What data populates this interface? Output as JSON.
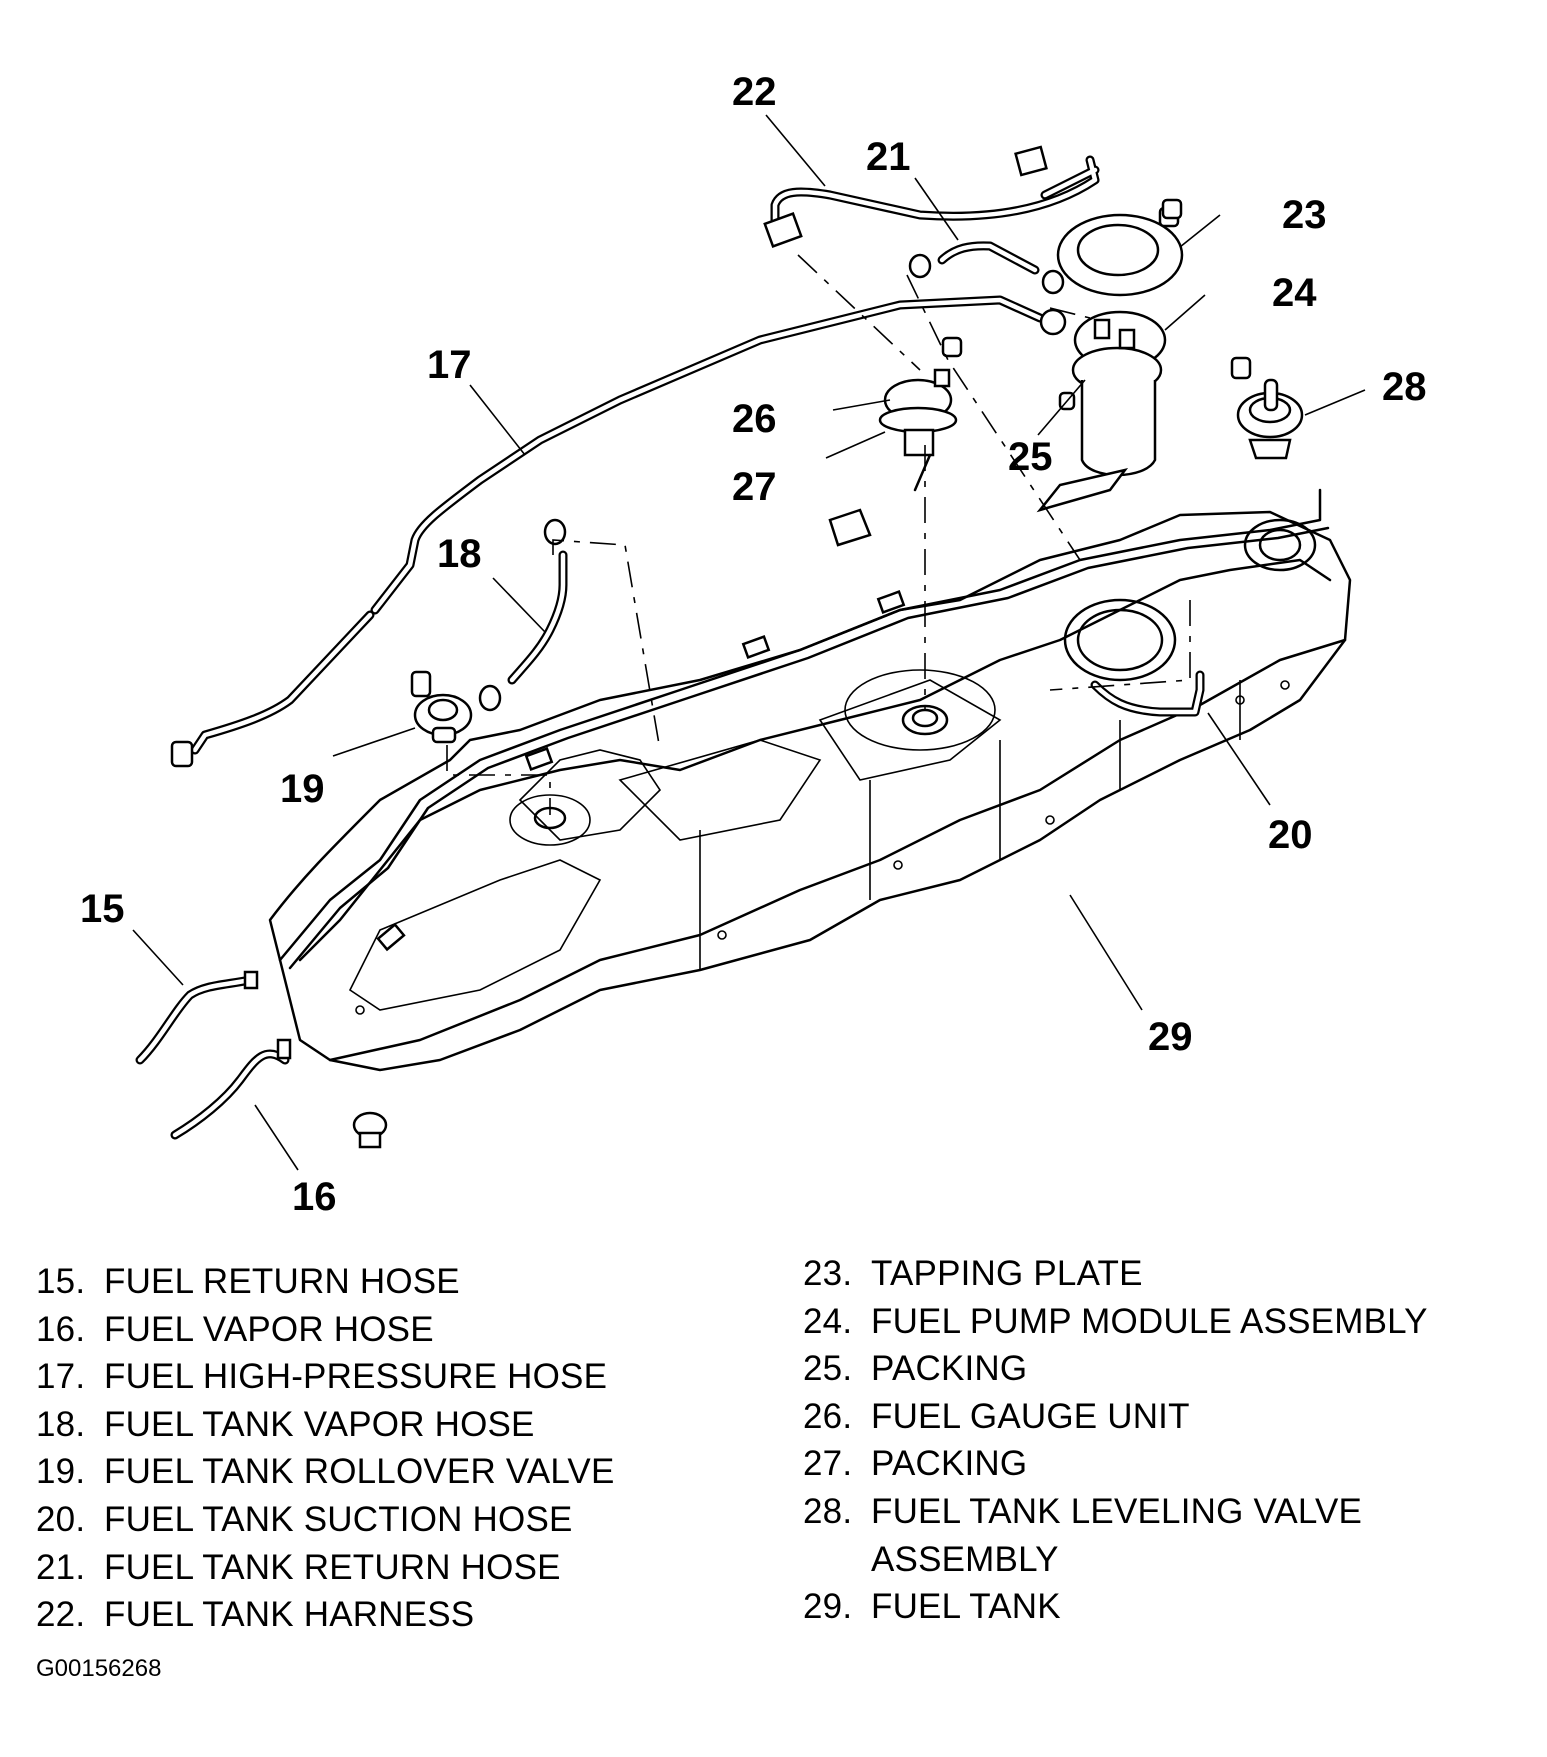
{
  "diagram": {
    "title": "Fuel tank components exploded view",
    "callouts": [
      "15",
      "16",
      "17",
      "18",
      "19",
      "20",
      "21",
      "22",
      "23",
      "24",
      "25",
      "26",
      "27",
      "28",
      "29"
    ]
  },
  "legend": {
    "left": [
      {
        "number": "15.",
        "label": "FUEL RETURN HOSE"
      },
      {
        "number": "16.",
        "label": "FUEL VAPOR HOSE"
      },
      {
        "number": "17.",
        "label": "FUEL HIGH-PRESSURE HOSE"
      },
      {
        "number": "18.",
        "label": "FUEL TANK VAPOR HOSE"
      },
      {
        "number": "19.",
        "label": "FUEL TANK ROLLOVER VALVE"
      },
      {
        "number": "20.",
        "label": "FUEL TANK SUCTION HOSE"
      },
      {
        "number": "21.",
        "label": "FUEL TANK RETURN HOSE"
      },
      {
        "number": "22.",
        "label": "FUEL TANK HARNESS"
      }
    ],
    "right": [
      {
        "number": "23.",
        "label": "TAPPING PLATE"
      },
      {
        "number": "24.",
        "label": "FUEL PUMP MODULE ASSEMBLY"
      },
      {
        "number": "25.",
        "label": "PACKING"
      },
      {
        "number": "26.",
        "label": "FUEL GAUGE UNIT"
      },
      {
        "number": "27.",
        "label": "PACKING"
      },
      {
        "number": "28.",
        "label": "FUEL TANK LEVELING VALVE",
        "continuation": "ASSEMBLY"
      },
      {
        "number": "29.",
        "label": "FUEL TANK"
      }
    ]
  },
  "figure_id": "G00156268"
}
